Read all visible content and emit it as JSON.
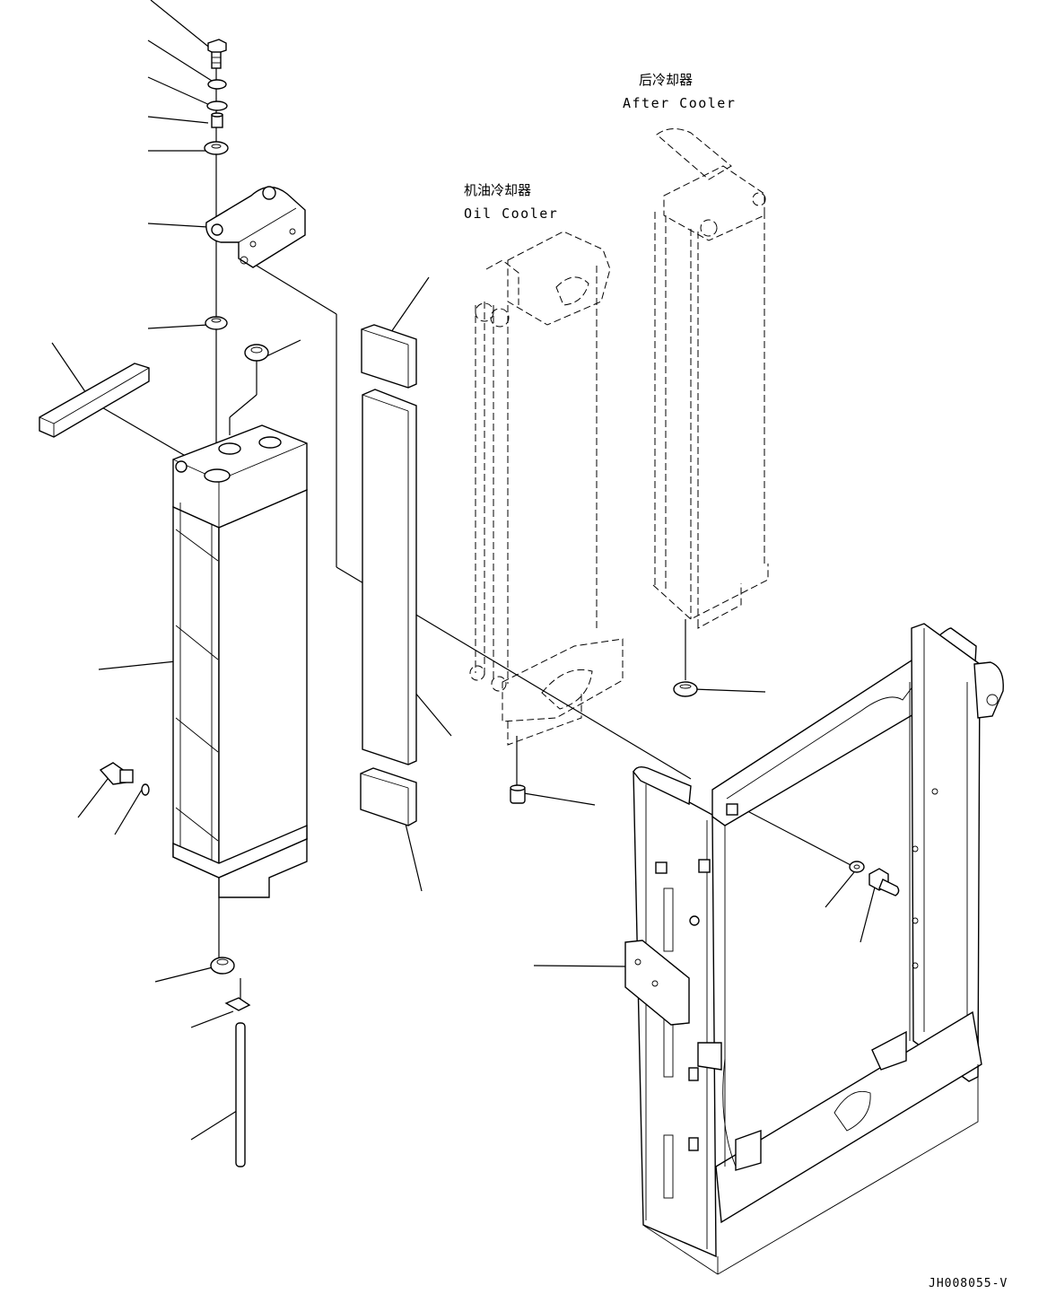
{
  "labels": {
    "after_cooler_cn": "后冷却器",
    "after_cooler_en": "After Cooler",
    "oil_cooler_cn": "机油冷却器",
    "oil_cooler_en": "Oil Cooler",
    "drawing_code": "JH008055-V"
  }
}
